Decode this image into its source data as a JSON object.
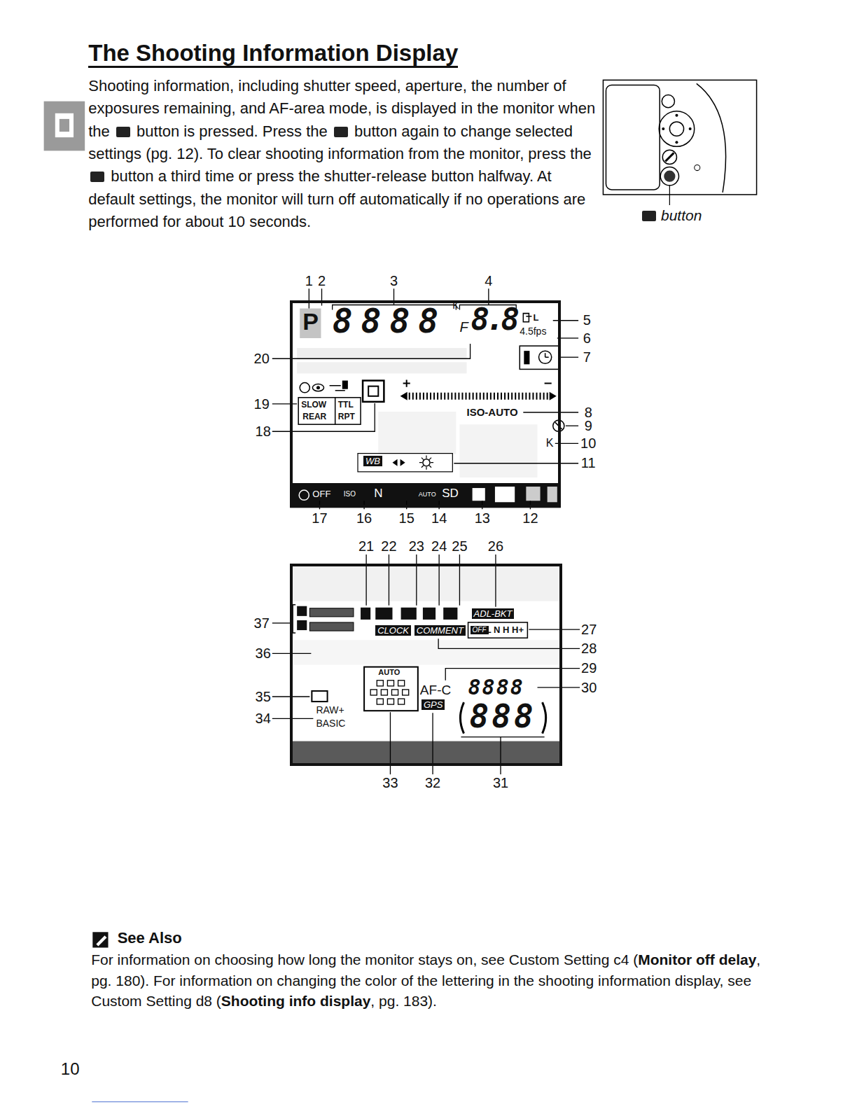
{
  "diagram": {
    "title": "The Shooting Information Display",
    "nodes": [
      {
        "text": [
          "P",
          "8888",
          "K",
          "F",
          "8.8",
          "L",
          "4.5fps",
          "SLOW",
          "REAR",
          "TTL",
          "RPT",
          "ISO-AUTO",
          "K",
          "WB",
          "OFF",
          "ISO",
          "N",
          "AUTO",
          "SD"
        ]
      },
      {
        "text": [
          "ADL-BKT",
          "CLOCK",
          "COMMENT",
          "OFF",
          "L N H H+",
          "AUTO",
          "AF-C",
          "GPS",
          "8888",
          "888",
          "RAW+",
          "BASIC"
        ]
      }
    ],
    "labels": [
      "Shooting information, including shutter speed, aperture, the number of exposures remaining, and AF-area mode, is displayed in the monitor when the",
      "button is pressed. Press the",
      "button again to change selected settings (pg. 12). To clear shooting information from the monitor, press the",
      "button a third time or press the shutter-release button halfway. At default settings, the monitor will turn off automatically if no operations are performed for about 10 seconds.",
      "button",
      "1",
      "2",
      "3",
      "4",
      "5",
      "6",
      "7",
      "8",
      "9",
      "10",
      "11",
      "12",
      "13",
      "14",
      "15",
      "16",
      "17",
      "18",
      "19",
      "20",
      "21",
      "22",
      "23",
      "24",
      "25",
      "26",
      "27",
      "28",
      "29",
      "30",
      "31",
      "32",
      "33",
      "34",
      "35",
      "36",
      "37",
      "See Also",
      "For information on choosing how long the monitor stays on, see Custom Setting c4 (",
      "Monitor off delay",
      ", pg. 180). For information on changing the color of the lettering in the shooting information display, see Custom Setting d8 (",
      "Shooting info display",
      ", pg. 183).",
      "10"
    ]
  }
}
